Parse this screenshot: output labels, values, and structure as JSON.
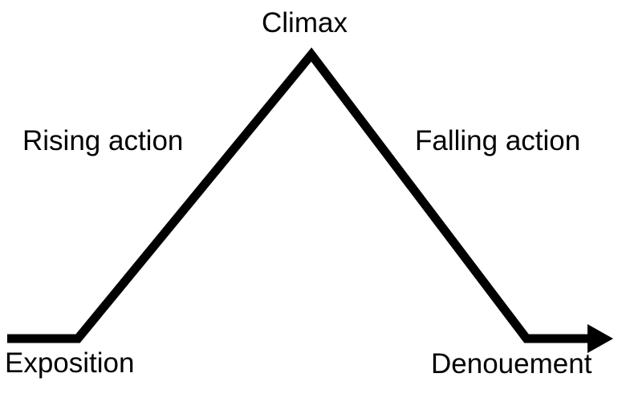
{
  "diagram": {
    "type": "plot-structure-pyramid",
    "labels": {
      "climax": "Climax",
      "rising_action": "Rising action",
      "falling_action": "Falling action",
      "exposition": "Exposition",
      "denouement": "Denouement"
    },
    "colors": {
      "line": "#000000",
      "text": "#000000",
      "background": "#ffffff"
    }
  }
}
